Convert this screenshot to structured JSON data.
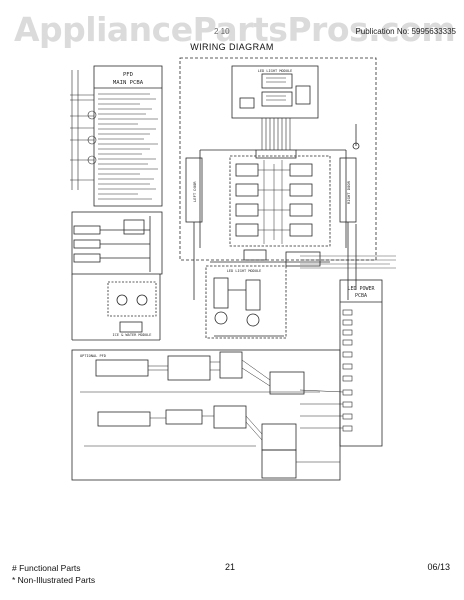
{
  "watermark": "AppliancePartsPros.com",
  "header": {
    "model_hint": "2 10",
    "publication": "Publication No: 5995633335",
    "title": "WIRING DIAGRAM"
  },
  "footer": {
    "note_functional": "# Functional Parts",
    "note_non_illustrated": "* Non-Illustrated Parts",
    "page_number": "21",
    "date": "06/13"
  },
  "diagram": {
    "pfd_title_1": "PFD",
    "pfd_title_2": "MAIN PCBA",
    "led_light_module_top": "LED LIGHT MODULE",
    "left_door": "LEFT DOOR",
    "right_door": "RIGHT DOOR",
    "led_light_module_bottom": "LED LIGHT MODULE",
    "ice_water_module": "ICE & WATER MODULE",
    "led_power_pcba_1": "LED POWER",
    "led_power_pcba_2": "PCBA",
    "optional_pfd": "OPTIONAL PFD"
  },
  "colors": {
    "line": "#2a2a2a",
    "watermark": "#bebebe"
  }
}
